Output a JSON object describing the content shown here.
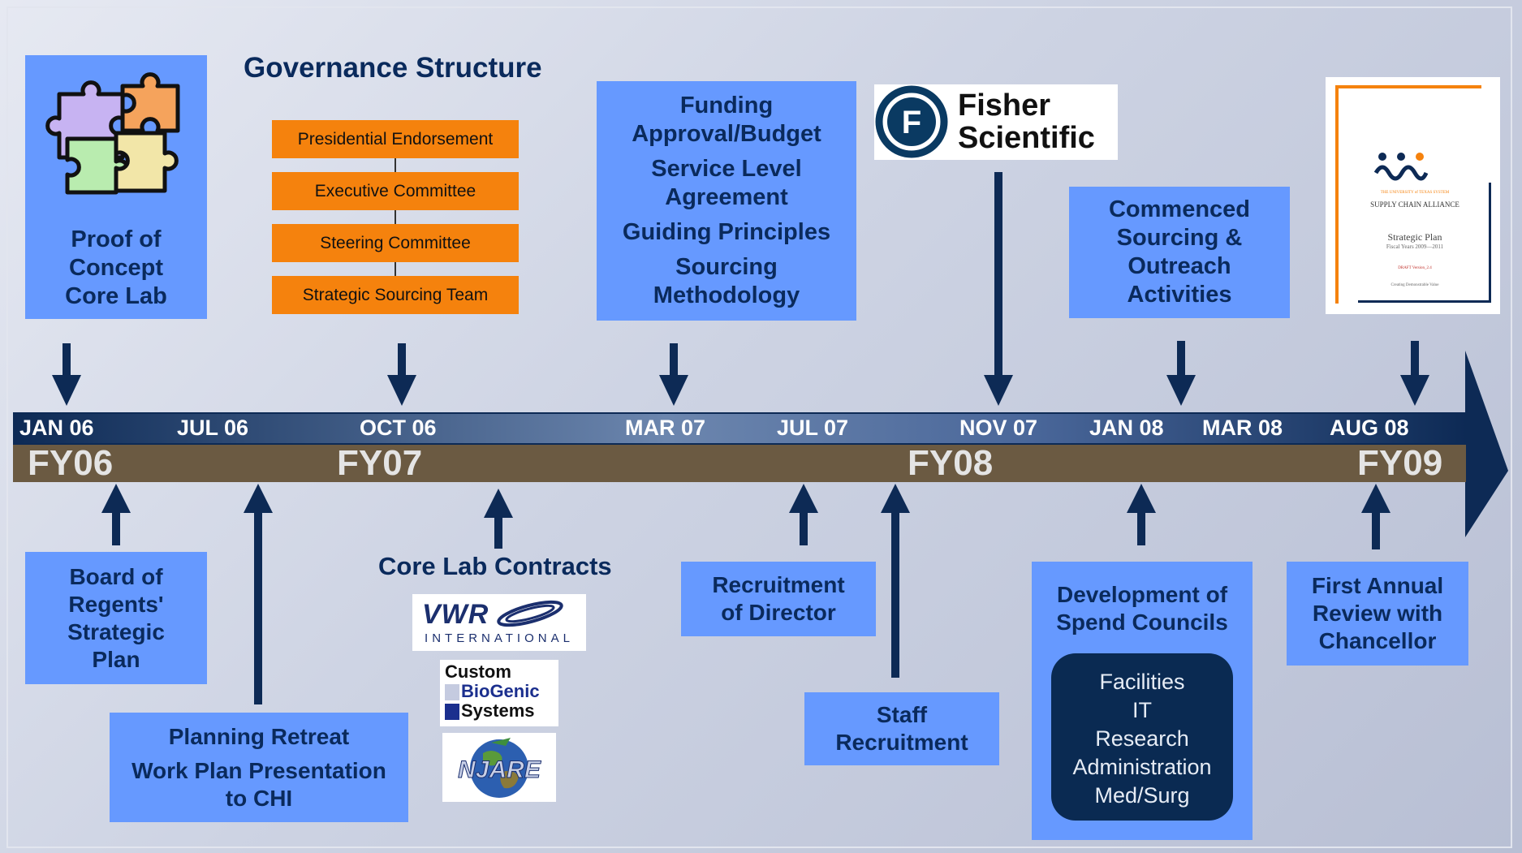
{
  "title": "Governance Structure",
  "governance": [
    "Presidential Endorsement",
    "Executive Committee",
    "Steering Committee",
    "Strategic Sourcing Team"
  ],
  "top_boxes": {
    "proof": [
      "Proof of",
      "Concept",
      "Core Lab"
    ],
    "funding": [
      "Funding",
      "Approval/Budget",
      "Service Level",
      "Agreement",
      "Guiding Principles",
      "Sourcing",
      "Methodology"
    ],
    "commenced": [
      "Commenced",
      "Sourcing &",
      "Outreach",
      "Activities"
    ]
  },
  "timeline": {
    "dates": [
      "JAN 06",
      "JUL 06",
      "OCT 06",
      "MAR 07",
      "JUL 07",
      "NOV 07",
      "JAN 08",
      "MAR 08",
      "AUG 08"
    ],
    "fiscal_years": [
      "FY06",
      "FY07",
      "FY08",
      "FY09"
    ],
    "colors": {
      "date_bar": "#0d2a55",
      "fy_bar": "#6b5a42",
      "arrow": "#0d2a55"
    }
  },
  "bottom": {
    "regents": [
      "Board of",
      "Regents'",
      "Strategic",
      "Plan"
    ],
    "retreat": [
      "Planning Retreat",
      "Work Plan Presentation",
      "to CHI"
    ],
    "core_lab_contracts": "Core Lab Contracts",
    "recruitment_director": [
      "Recruitment",
      "of Director"
    ],
    "staff_recruitment": [
      "Staff",
      "Recruitment"
    ],
    "spend_councils": [
      "Development of",
      "Spend Councils"
    ],
    "councils": [
      "Facilities",
      "IT",
      "Research",
      "Administration",
      "Med/Surg"
    ],
    "annual_review": [
      "First Annual",
      "Review with",
      "Chancellor"
    ]
  },
  "logos": {
    "fisher": [
      "Fisher",
      "Scientific"
    ],
    "fisher_mark": "F",
    "vwr": [
      "VWR",
      "INTERNATIONAL"
    ],
    "biogenic": [
      "Custom",
      "BioGenic",
      "Systems"
    ],
    "njare": "NJARE",
    "plan_doc": [
      "THE UNIVERSITY of TEXAS SYSTEM",
      "SUPPLY CHAIN ALLIANCE",
      "Strategic Plan",
      "Fiscal Years 2009—2011",
      "DRAFT Version_2.4",
      "Creating Demonstrable Value"
    ]
  },
  "colors": {
    "box": "#6699ff",
    "box_text": "#0a2a5c",
    "governance": "#f5820d",
    "council_panel": "#0a2a52"
  },
  "icons": [
    "puzzle-icon",
    "down-arrow-icon",
    "up-arrow-icon",
    "timeline-arrow-icon",
    "globe-icon"
  ]
}
